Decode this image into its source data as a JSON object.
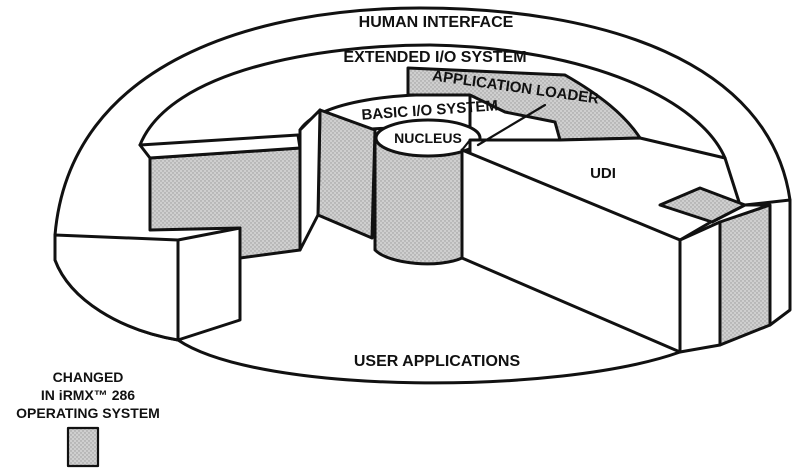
{
  "diagram": {
    "layers": {
      "human_interface": "HUMAN INTERFACE",
      "extended_io": "EXTENDED I/O SYSTEM",
      "application_loader": "APPLICATION LOADER",
      "basic_io": "BASIC I/O SYSTEM",
      "nucleus": "NUCLEUS",
      "udi": "UDI",
      "user_applications": "USER APPLICATIONS"
    },
    "legend": {
      "line1": "CHANGED",
      "line2": "IN iRMX™ 286",
      "line3": "OPERATING SYSTEM"
    }
  },
  "colors": {
    "changed_fill": "#c9c9c9",
    "ink": "#111111",
    "background": "#ffffff"
  }
}
